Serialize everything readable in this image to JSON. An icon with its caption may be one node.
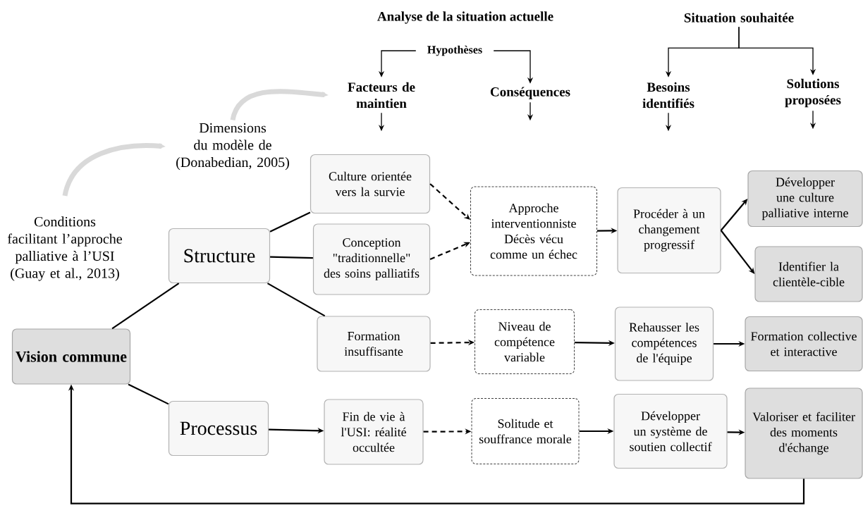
{
  "diagram": {
    "nodes": [
      {
        "text": [
          "Hypothèses"
        ]
      },
      {
        "text": [
          "Facteurs de maintien"
        ]
      },
      {
        "text": [
          "Conséquences"
        ]
      },
      {
        "text": [
          "Situation souhaitée"
        ]
      },
      {
        "text": [
          "Besoins identifiés"
        ]
      },
      {
        "text": [
          "Solutions proposées"
        ]
      },
      {
        "text": [
          "Dimensions du modèle de",
          "(Donabedian, 2005)"
        ]
      },
      {
        "text": [
          "Conditions facilitant l’approche palliative à l’USI",
          "(Guay et al., 2013)"
        ]
      },
      {
        "text": [
          "Vision commune"
        ]
      },
      {
        "text": [
          "Structure"
        ]
      },
      {
        "text": [
          "Processus"
        ]
      },
      {
        "text": [
          "Culture orientée vers la survie"
        ]
      },
      {
        "text": [
          "Conception \"traditionnelle\" des soins palliatifs"
        ]
      },
      {
        "text": [
          "Formation insuffisante"
        ]
      },
      {
        "text": [
          "Fin de vie à l'USI: réalité occultée"
        ]
      },
      {
        "text": [
          "Approche interventionniste",
          "Décès vécu comme un échec"
        ]
      },
      {
        "text": [
          "Niveau de compétence variable"
        ]
      },
      {
        "text": [
          "Solitude et souffrance morale"
        ]
      },
      {
        "text": [
          "Procéder à un changement progressif"
        ]
      },
      {
        "text": [
          "Rehausser les compétences de l'équipe"
        ]
      },
      {
        "text": [
          "Développer un système de soutien collectif"
        ]
      },
      {
        "text": [
          "Développer une culture palliative interne"
        ]
      },
      {
        "text": [
          "Identifier la clientèle-cible"
        ]
      },
      {
        "text": [
          "Formation collective et interactive"
        ]
      },
      {
        "text": [
          "Valoriser et faciliter des moments d'échange"
        ]
      }
    ],
    "edges": [
      {
        "from": 0,
        "to": 1,
        "arrow": "to"
      },
      {
        "from": 0,
        "to": 2,
        "arrow": "to"
      },
      {
        "from": 3,
        "to": 4,
        "arrow": "to"
      },
      {
        "from": 3,
        "to": 5,
        "arrow": "to"
      },
      {
        "from": 1,
        "to": null,
        "arrow": "to"
      },
      {
        "from": 2,
        "to": null,
        "arrow": "to"
      },
      {
        "from": 4,
        "to": null,
        "arrow": "to"
      },
      {
        "from": 5,
        "to": null,
        "arrow": "to"
      },
      {
        "from": 7,
        "to": 6,
        "arrow": "to",
        "style": "thick",
        "color": "#d9d9d9"
      },
      {
        "from": 6,
        "to": 1,
        "arrow": "to",
        "style": "thick",
        "color": "#d9d9d9"
      },
      {
        "from": 8,
        "to": 9,
        "arrow": "none"
      },
      {
        "from": 8,
        "to": 10,
        "arrow": "none"
      },
      {
        "from": 9,
        "to": 11,
        "arrow": "none"
      },
      {
        "from": 9,
        "to": 12,
        "arrow": "none"
      },
      {
        "from": 9,
        "to": 13,
        "arrow": "none"
      },
      {
        "from": 10,
        "to": 14,
        "arrow": "to"
      },
      {
        "from": 11,
        "to": 15,
        "arrow": "to",
        "style": "dashed"
      },
      {
        "from": 12,
        "to": 15,
        "arrow": "to",
        "style": "dashed"
      },
      {
        "from": 13,
        "to": 16,
        "arrow": "to",
        "style": "dashed"
      },
      {
        "from": 14,
        "to": 17,
        "arrow": "to",
        "style": "dashed"
      },
      {
        "from": 15,
        "to": 18,
        "arrow": "to"
      },
      {
        "from": 16,
        "to": 19,
        "arrow": "to"
      },
      {
        "from": 17,
        "to": 20,
        "arrow": "to"
      },
      {
        "from": 18,
        "to": 21,
        "arrow": "to"
      },
      {
        "from": 18,
        "to": 22,
        "arrow": "to"
      },
      {
        "from": 19,
        "to": 23,
        "arrow": "to"
      },
      {
        "from": 20,
        "to": 24,
        "arrow": "to"
      },
      {
        "from": 24,
        "to": 8,
        "arrow": "to"
      }
    ],
    "labels": [
      "Analyse de la situation actuelle"
    ]
  }
}
